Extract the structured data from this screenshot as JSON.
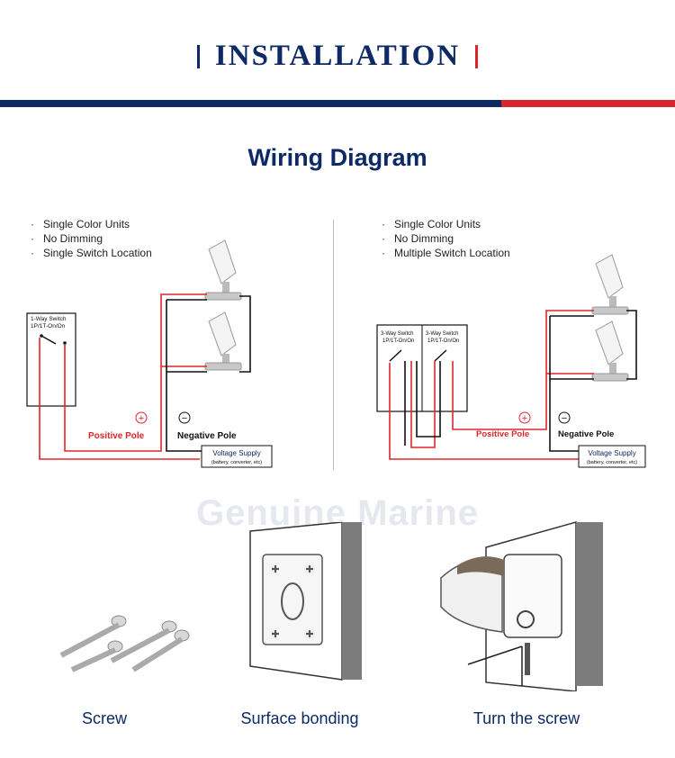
{
  "header": {
    "title": "INSTALLATION"
  },
  "section": {
    "title": "Wiring Diagram"
  },
  "left_diagram": {
    "bullets": [
      "Single Color Units",
      "No Dimming",
      "Single Switch Location"
    ],
    "switch_label_1": "1-Way Switch",
    "switch_label_2": "1P/1T-On/On",
    "positive_label": "Positive Pole",
    "negative_label": "Negative Pole",
    "supply_label_1": "Voltage Supply",
    "supply_label_2": "(battery, converter, etc)",
    "plus_symbol": "+",
    "minus_symbol": "−"
  },
  "right_diagram": {
    "bullets": [
      "Single Color Units",
      "No Dimming",
      "Multiple Switch Location"
    ],
    "switch_label_1": "3-Way Switch",
    "switch_label_2": "1P/1T-On/On",
    "positive_label": "Positive Pole",
    "negative_label": "Negative Pole",
    "supply_label_1": "Voltage Supply",
    "supply_label_2": "(battery, converter, etc)",
    "plus_symbol": "+",
    "minus_symbol": "−"
  },
  "watermark": "Genuine Marine",
  "steps": [
    {
      "label": "Screw",
      "icon": "screw-icon"
    },
    {
      "label": "Surface bonding",
      "icon": "mounting-plate-icon"
    },
    {
      "label": "Turn the screw",
      "icon": "light-fixture-icon"
    }
  ],
  "colors": {
    "navy": "#0d2a66",
    "red": "#d9252b",
    "wire_red": "#e0262c",
    "wire_black": "#111111"
  }
}
